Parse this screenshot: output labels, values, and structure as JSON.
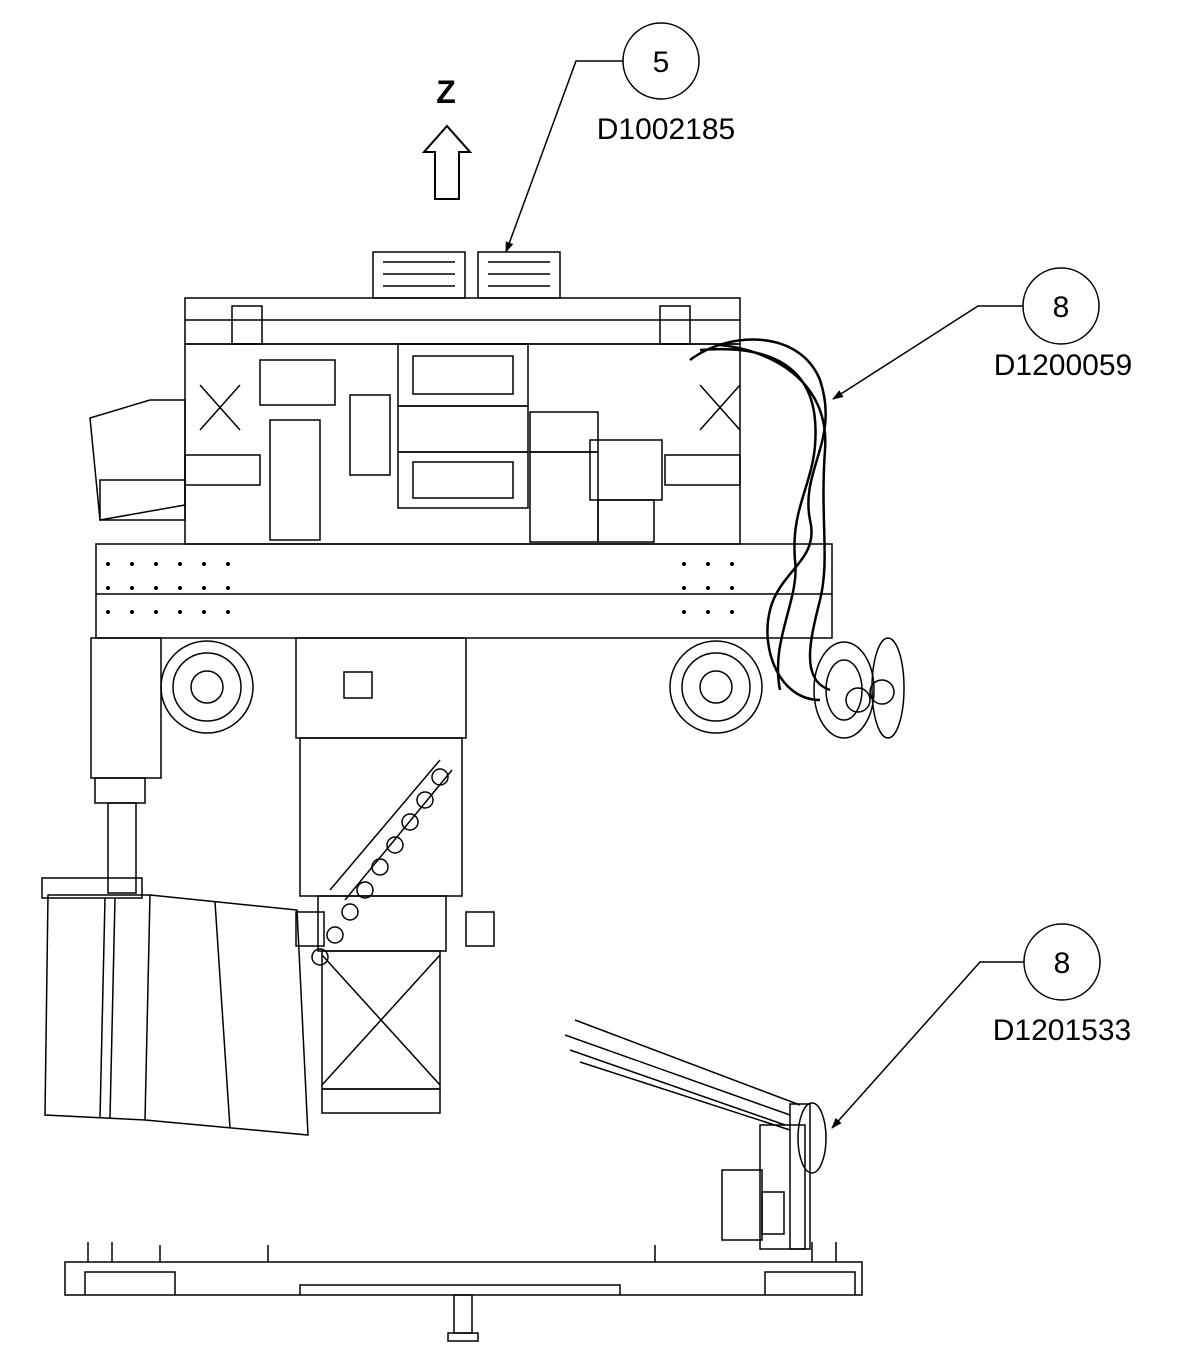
{
  "axis": {
    "label": "Z"
  },
  "callouts": [
    {
      "number": "5",
      "part": "D1002185"
    },
    {
      "number": "8",
      "part": "D1200059"
    },
    {
      "number": "8",
      "part": "D1201533"
    }
  ],
  "colors": {
    "ink": "#000000",
    "paper": "#ffffff"
  }
}
